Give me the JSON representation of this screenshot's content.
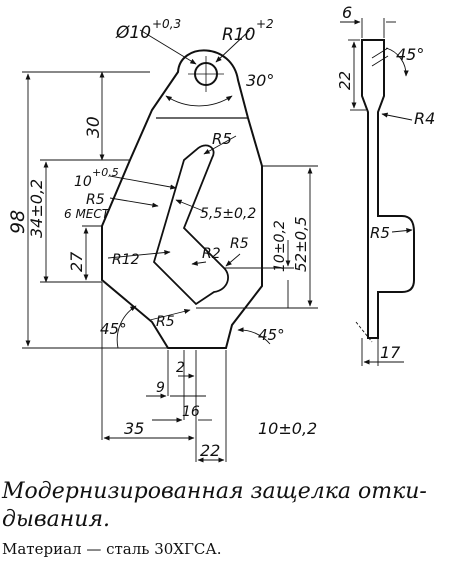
{
  "drawing": {
    "front_view": {
      "hole_diameter": "Ø10",
      "hole_tolerance": "+0,3",
      "eye_radius": "R10",
      "eye_radius_tolerance": "+2",
      "eye_angle": "30°",
      "dim_30": "30",
      "dim_98": "98",
      "dim_34": "34±0,2",
      "dim_27": "27",
      "slot_width": "10",
      "slot_width_tolerance": "+0,5",
      "r5_top": "R5",
      "r5_corners": "R5",
      "corners_count": "6 МЕСТ",
      "dim_5_5": "5,5±0,2",
      "r12": "R12",
      "r2": "R2",
      "r5_right": "R5",
      "dim_10": "10±0,2",
      "dim_52": "52±0,5",
      "r5_bottom": "R5",
      "angle_left": "45°",
      "angle_right": "45°",
      "dim_2": "2",
      "dim_9": "9",
      "dim_16": "16",
      "dim_35": "35",
      "dim_22": "22",
      "dim_10_bottom": "10±0,2"
    },
    "side_view": {
      "dim_6": "6",
      "angle": "45°",
      "dim_22": "22",
      "r4": "R4",
      "r5": "R5",
      "dim_17": "17"
    }
  },
  "caption": {
    "title_line1": "Модернизированная защелка отки-",
    "title_line2": "дывания.",
    "material": "Материал — сталь 30ХГСА."
  }
}
